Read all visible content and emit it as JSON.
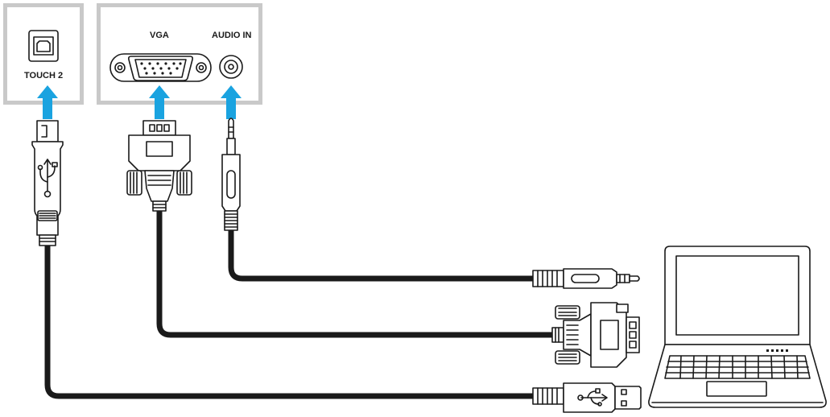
{
  "ports": {
    "touch": {
      "label": "TOUCH 2"
    },
    "vga": {
      "label": "VGA"
    },
    "audio": {
      "label": "AUDIO IN"
    }
  },
  "colors": {
    "panel_border": "#c9c9c9",
    "arrow": "#1aa3e0",
    "cable": "#1a1a1a",
    "outline": "#1a1a1a"
  },
  "icons": [
    "usb-b-port-icon",
    "vga-port-icon",
    "audio-jack-icon",
    "usb-icon",
    "laptop-icon"
  ]
}
